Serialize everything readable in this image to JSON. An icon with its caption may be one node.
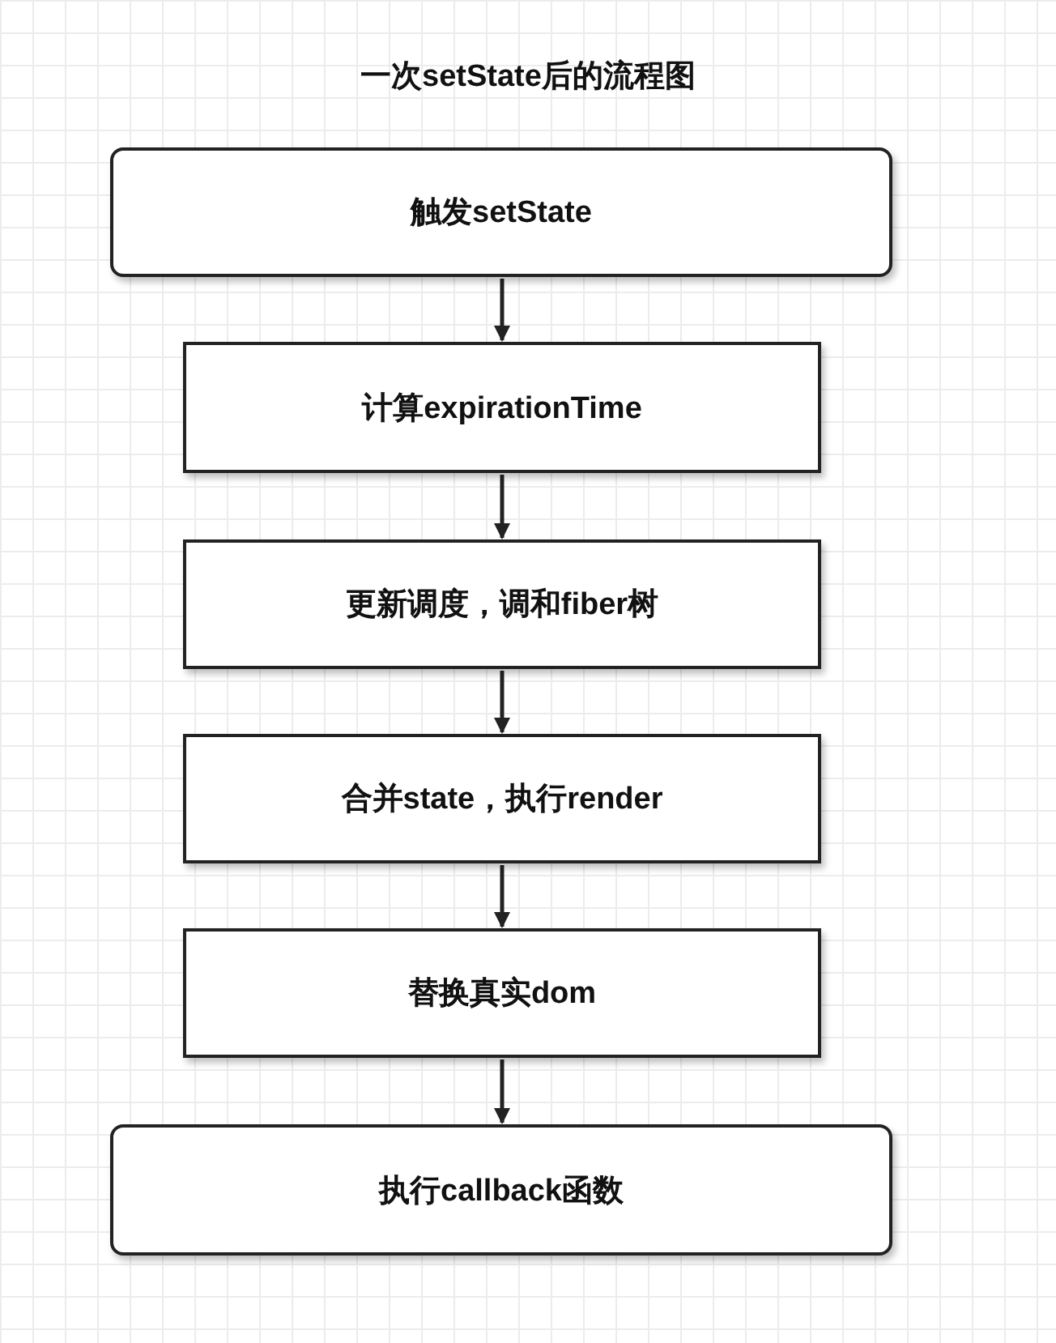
{
  "diagram": {
    "title": "一次setState后的流程图",
    "nodes": [
      {
        "text": [
          "触发setState"
        ]
      },
      {
        "text": [
          "计算expirationTime"
        ]
      },
      {
        "text": [
          "更新调度，调和fiber树"
        ]
      },
      {
        "text": [
          "合并state，执行render"
        ]
      },
      {
        "text": [
          "替换真实dom"
        ]
      },
      {
        "text": [
          "执行callback函数"
        ]
      }
    ],
    "edges": [
      {
        "from": 0,
        "to": 1,
        "arrow": "to"
      },
      {
        "from": 1,
        "to": 2,
        "arrow": "to"
      },
      {
        "from": 2,
        "to": 3,
        "arrow": "to"
      },
      {
        "from": 3,
        "to": 4,
        "arrow": "to"
      },
      {
        "from": 4,
        "to": 5,
        "arrow": "to"
      }
    ]
  }
}
